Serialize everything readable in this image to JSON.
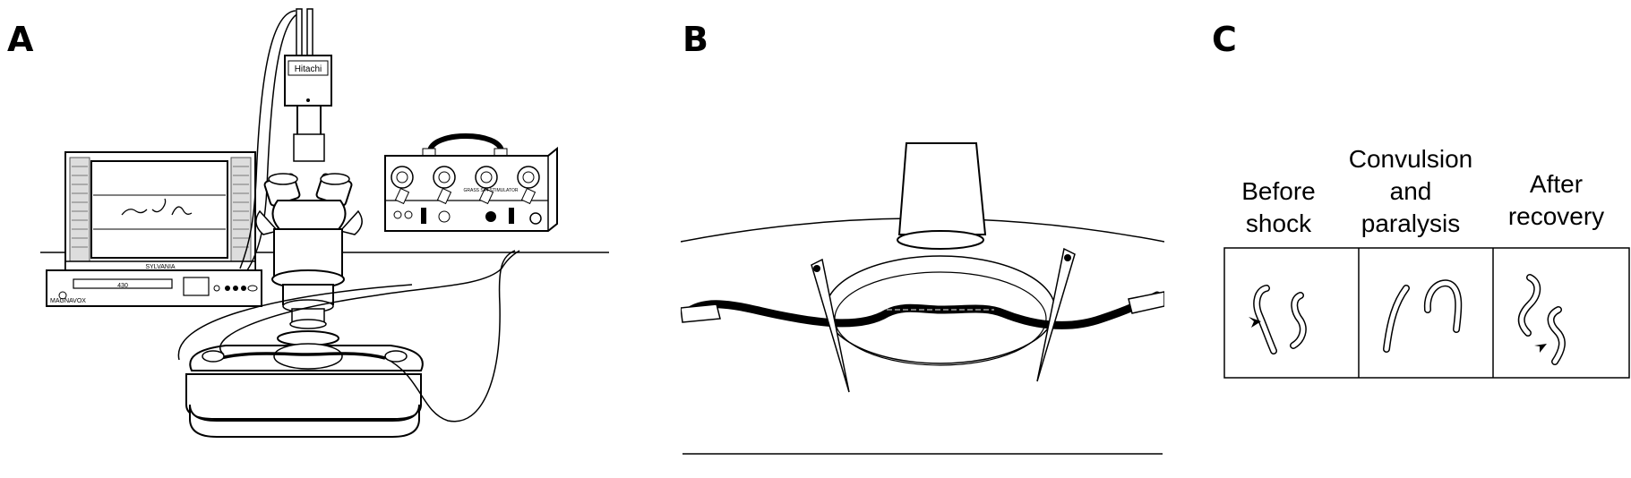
{
  "panels": [
    {
      "letter": "A"
    },
    {
      "letter": "B"
    },
    {
      "letter": "C"
    }
  ],
  "apparatus": {
    "camera_brand": "Hitachi",
    "monitor_brand": "SYLVANIA",
    "vcr_brand": "MAGNAVOX",
    "vcr_display": "430",
    "stimulator_name": "GRASS\nS44\nSTIMULATOR"
  },
  "stages": [
    {
      "label": "Before\nshock"
    },
    {
      "label": "Convulsion\nand\nparalysis"
    },
    {
      "label": "After\nrecovery"
    }
  ]
}
